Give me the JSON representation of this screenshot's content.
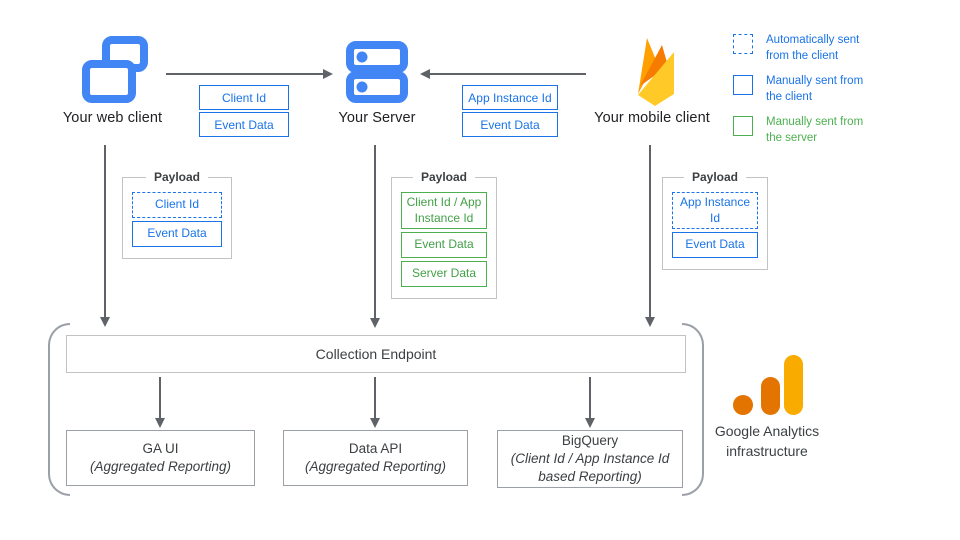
{
  "nodes": {
    "web_client": {
      "label": "Your web client"
    },
    "server": {
      "label": "Your Server"
    },
    "mobile_client": {
      "label": "Your mobile client"
    }
  },
  "flows": {
    "web_to_server": {
      "labels": [
        "Client Id",
        "Event Data"
      ]
    },
    "mobile_to_server": {
      "labels": [
        "App Instance Id",
        "Event Data"
      ]
    }
  },
  "payloads": {
    "web": {
      "title": "Payload",
      "items": [
        {
          "label": "Client Id",
          "sent": "automatically from the client"
        },
        {
          "label": "Event Data",
          "sent": "manually from the client"
        }
      ]
    },
    "server": {
      "title": "Payload",
      "items": [
        {
          "label": "Client Id / App Instance Id",
          "sent": "manually from the server"
        },
        {
          "label": "Event Data",
          "sent": "manually from the server"
        },
        {
          "label": "Server Data",
          "sent": "manually from the server"
        }
      ]
    },
    "mobile": {
      "title": "Payload",
      "items": [
        {
          "label": "App Instance Id",
          "sent": "automatically from the client"
        },
        {
          "label": "Event Data",
          "sent": "manually from the client"
        }
      ]
    }
  },
  "legend": {
    "items": [
      {
        "label": "Automatically sent from the client",
        "style": "dashed-blue"
      },
      {
        "label": "Manually sent from the client",
        "style": "solid-blue"
      },
      {
        "label": "Manually sent from the server",
        "style": "solid-green"
      }
    ]
  },
  "infrastructure": {
    "endpoint": "Collection Endpoint",
    "outputs": [
      {
        "title": "GA UI",
        "subtitle": "(Aggregated Reporting)"
      },
      {
        "title": "Data API",
        "subtitle": "(Aggregated Reporting)"
      },
      {
        "title": "BigQuery",
        "subtitle": "(Client Id / App Instance Id based Reporting)"
      }
    ],
    "label_line1": "Google Analytics",
    "label_line2": "infrastructure"
  },
  "icons": {
    "web_client": "overlapping-windows-icon",
    "server": "server-stack-icon",
    "mobile_client": "firebase-flame-icon",
    "infrastructure": "google-analytics-logo"
  },
  "colors": {
    "blue_accent": "#1a73e8",
    "icon_blue": "#4285f4",
    "green_accent": "#4caf50",
    "arrow_gray": "#5f6368",
    "box_gray": "#9aa0a6",
    "firebase_yellow": "#ffca28",
    "firebase_orange": "#ffa000",
    "firebase_deep_orange": "#f57c00",
    "analytics_amber": "#f9ab00",
    "analytics_orange": "#e37400"
  }
}
